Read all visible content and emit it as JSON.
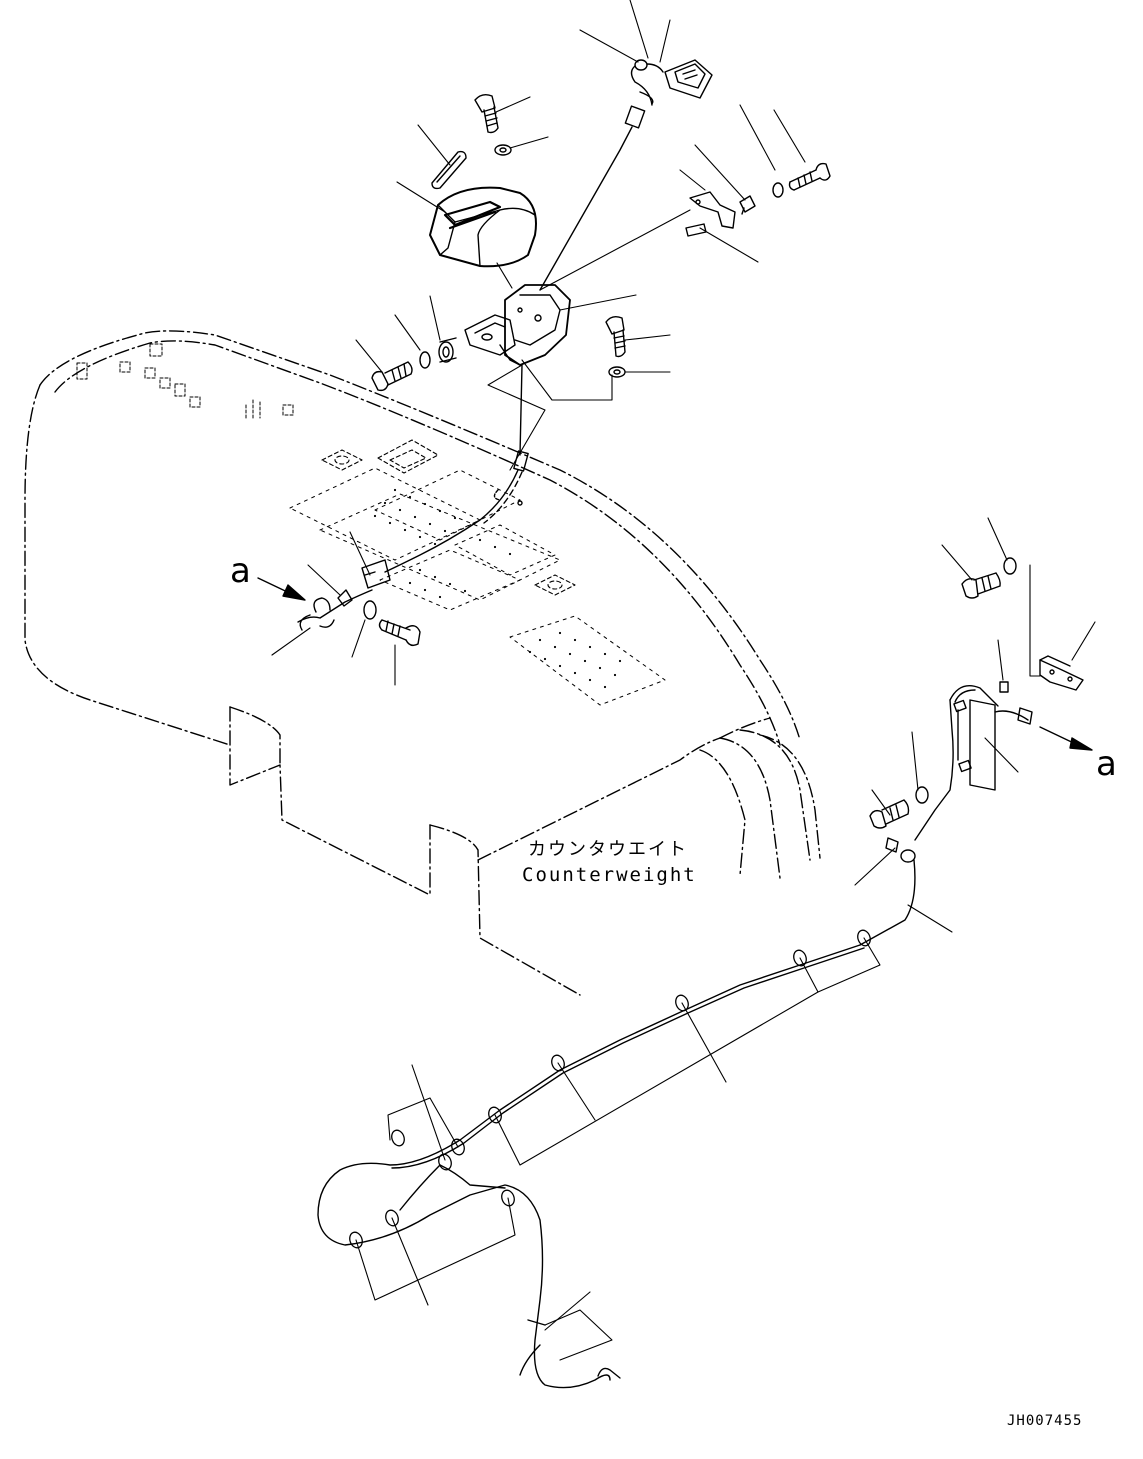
{
  "labels": {
    "counterweight_jp": "カウンタウエイト",
    "counterweight_en": "Counterweight",
    "arrow_a_left": "a",
    "arrow_a_right": "a",
    "drawing_code": "JH007455"
  },
  "colors": {
    "ink": "#000000",
    "paper": "#ffffff"
  },
  "icons": {
    "lamp": "work-lamp-icon",
    "bracket": "mount-bracket-icon",
    "bolt": "bolt-icon",
    "washer": "washer-icon",
    "harness": "wire-harness-icon"
  }
}
